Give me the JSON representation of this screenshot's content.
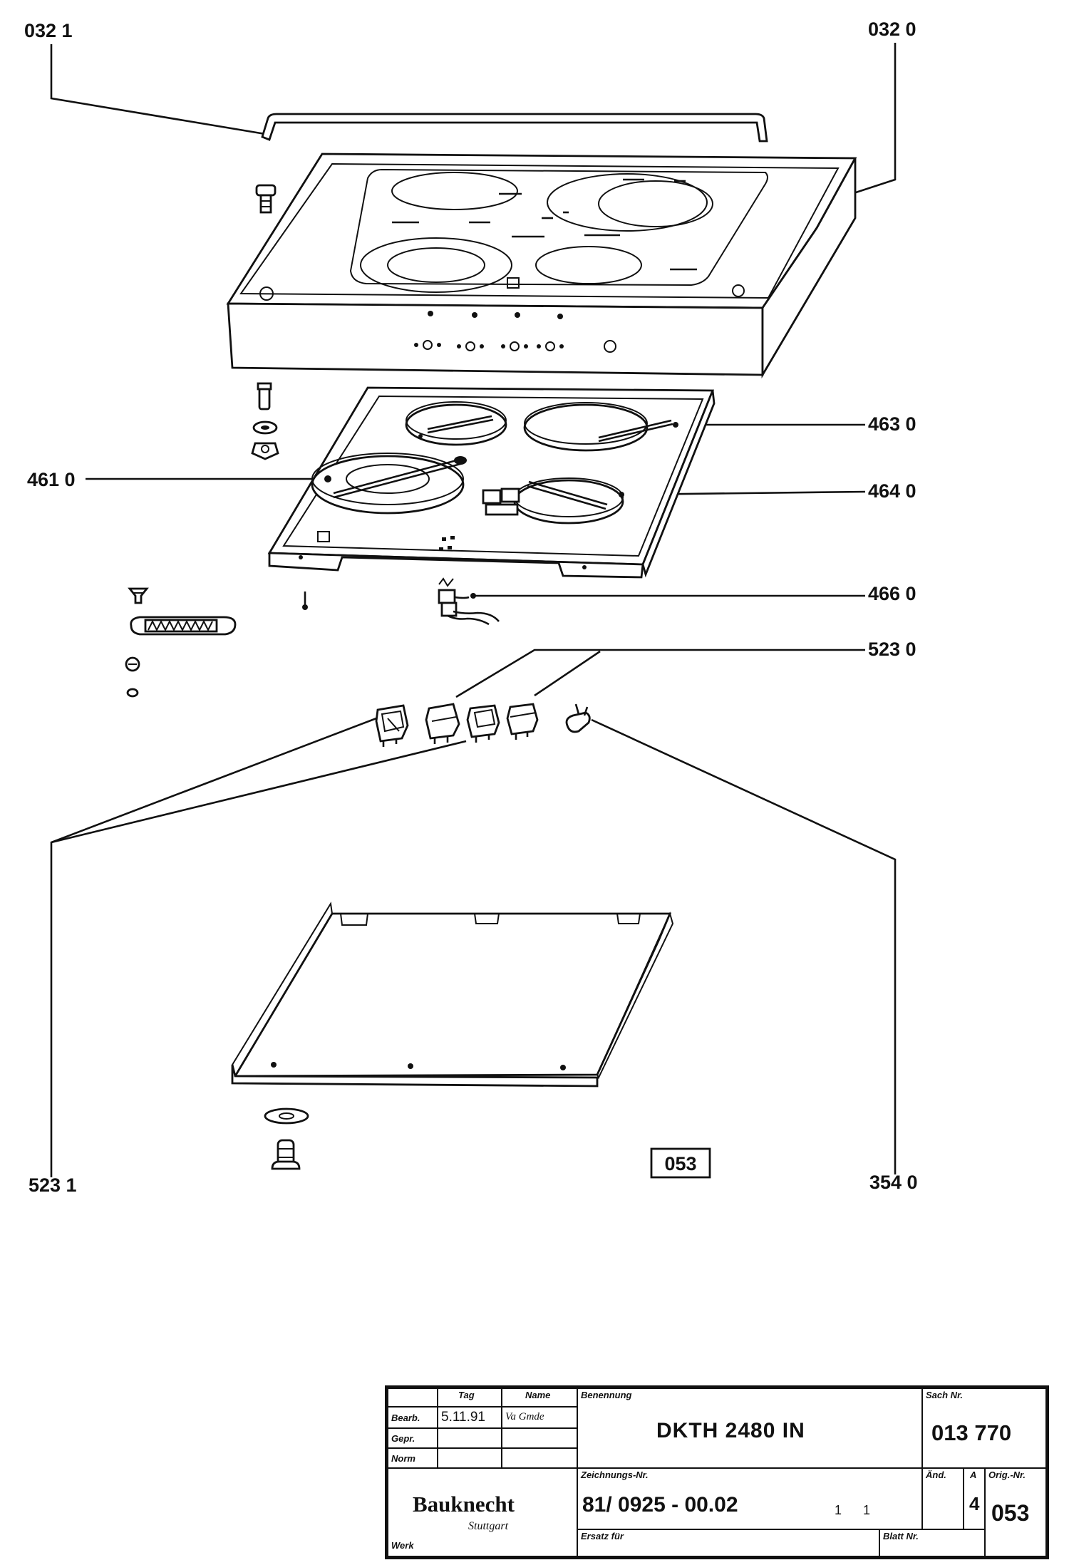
{
  "callouts": [
    {
      "id": "c0321",
      "text": "032 1"
    },
    {
      "id": "c0320",
      "text": "032 0"
    },
    {
      "id": "c4630",
      "text": "463 0"
    },
    {
      "id": "c4610",
      "text": "461 0"
    },
    {
      "id": "c4640",
      "text": "464 0"
    },
    {
      "id": "c4660",
      "text": "466 0"
    },
    {
      "id": "c5230",
      "text": "523 0"
    },
    {
      "id": "c5231",
      "text": "523 1"
    },
    {
      "id": "c3540",
      "text": "354 0"
    }
  ],
  "page_box": "053",
  "title_block": {
    "headers": {
      "tag": "Tag",
      "name": "Name",
      "benennung": "Benennung",
      "sach_nr": "Sach Nr.",
      "zeichnungs_nr": "Zeichnungs-Nr.",
      "aend": "Änd.",
      "a": "A",
      "orig_nr": "Orig.-Nr.",
      "ersatz_fuer": "Ersatz für",
      "blatt_nr": "Blatt Nr.",
      "werk": "Werk"
    },
    "rows": [
      {
        "label": "Bearb.",
        "tag": "5.11.91",
        "name": "Va Gmde"
      },
      {
        "label": "Gepr.",
        "tag": "",
        "name": ""
      },
      {
        "label": "Norm",
        "tag": "",
        "name": ""
      }
    ],
    "model": "DKTH  2480  IN",
    "sach_nr_value": "013 770",
    "drawing_number": "81/ 0925 - 00.02",
    "drawing_marks": "1      1",
    "aend_value": "4",
    "orig_nr_value": "053",
    "brand": "Bauknecht",
    "city": "Stuttgart"
  }
}
